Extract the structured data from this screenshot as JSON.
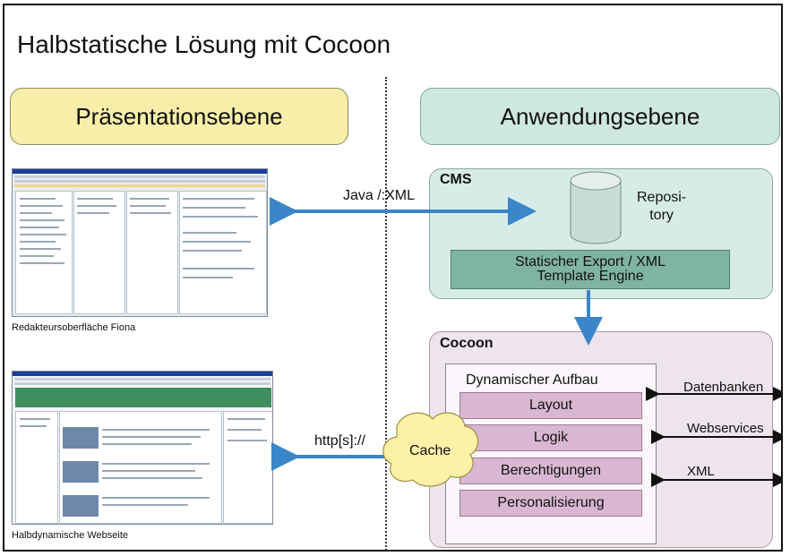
{
  "title": "Halbstatische Lösung mit Cocoon",
  "headers": {
    "left": "Präsentationsebene",
    "right": "Anwendungsebene"
  },
  "cms": {
    "label": "CMS",
    "repository_line1": "Reposi-",
    "repository_line2": "tory",
    "export_line1": "Statischer Export / XML",
    "export_line2": "Template Engine"
  },
  "cocoon": {
    "label": "Cocoon",
    "dynamic_label": "Dynamischer Aufbau",
    "layers": [
      "Layout",
      "Logik",
      "Berechtigungen",
      "Personalisierung"
    ],
    "externals": [
      "Datenbanken",
      "Webservices",
      "XML"
    ]
  },
  "connections": {
    "java_xml": "Java /:XML",
    "http": "http[s]://",
    "cache": "Cache"
  },
  "captions": {
    "fiona": "Redakteursoberfläche Fiona",
    "web": "Halbdynamische Webseite"
  },
  "colors": {
    "arrow": "#3a86c8",
    "left_header": "#f7efa9",
    "right_header": "#cfe8de",
    "layer_fill": "#d9b7d2",
    "export_fill": "#7fb3a3"
  }
}
